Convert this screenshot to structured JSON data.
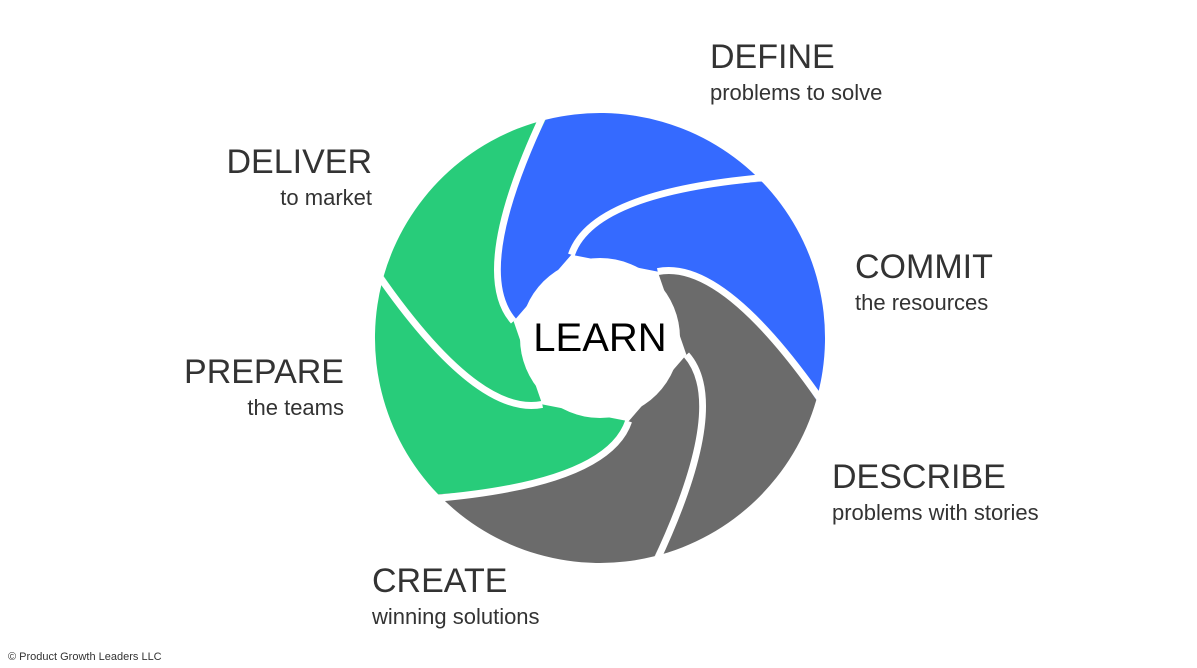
{
  "center_label": "LEARN",
  "colors": {
    "blue": "#356AFF",
    "green": "#28CC7A",
    "gray": "#6B6B6B"
  },
  "stages": [
    {
      "title": "DEFINE",
      "subtitle": "problems to solve",
      "color": "#356AFF"
    },
    {
      "title": "COMMIT",
      "subtitle": "the resources",
      "color": "#356AFF"
    },
    {
      "title": "DESCRIBE",
      "subtitle": "problems with stories",
      "color": "#6B6B6B"
    },
    {
      "title": "CREATE",
      "subtitle": "winning solutions",
      "color": "#6B6B6B"
    },
    {
      "title": "PREPARE",
      "subtitle": "the teams",
      "color": "#28CC7A"
    },
    {
      "title": "DELIVER",
      "subtitle": "to market",
      "color": "#28CC7A"
    }
  ],
  "copyright": "© Product Growth Leaders LLC"
}
